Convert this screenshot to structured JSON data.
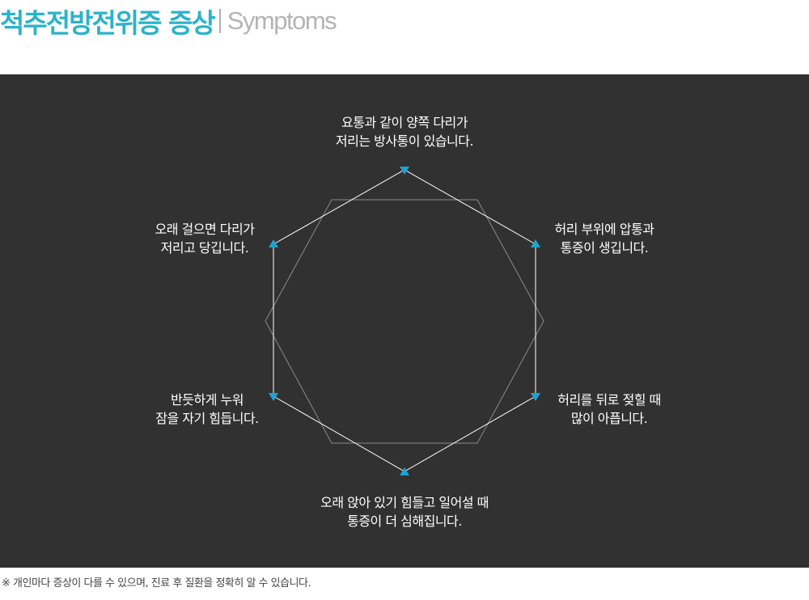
{
  "header": {
    "title_ko": "척추전방전위증 증상",
    "title_en": "Symptoms"
  },
  "diagram": {
    "line_color": "#ffffff",
    "octagon_color": "#8a8a8a",
    "marker_color": "#1fa3d0",
    "symptoms": [
      {
        "id": "top",
        "line1": "요통과 같이 양쪽 다리가",
        "line2": "저리는 방사통이 있습니다."
      },
      {
        "id": "upper-right",
        "line1": "허리 부위에 압통과",
        "line2": "통증이 생깁니다."
      },
      {
        "id": "lower-right",
        "line1": "허리를 뒤로 젖힐 때",
        "line2": "많이 아픕니다."
      },
      {
        "id": "bottom",
        "line1": "오래 앉아 있기 힘들고 일어설 때",
        "line2": "통증이 더 심해집니다."
      },
      {
        "id": "lower-left",
        "line1": "반듯하게 누워",
        "line2": "잠을 자기 힘듭니다."
      },
      {
        "id": "upper-left",
        "line1": "오래 걸으면 다리가",
        "line2": "저리고 당깁니다."
      }
    ]
  },
  "footnote": "※ 개인마다 증상이 다를 수 있으며, 진료 후 질환을 정확히 알 수 있습니다."
}
